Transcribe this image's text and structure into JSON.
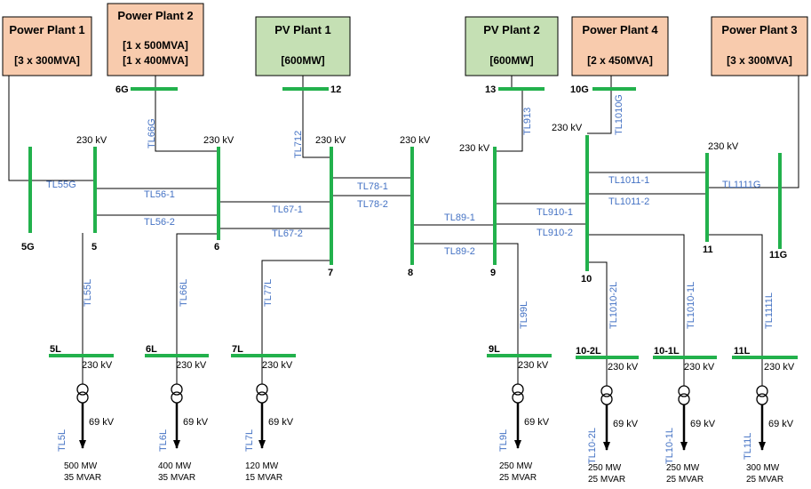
{
  "colors": {
    "bus": "#22b14c",
    "line": "#000000",
    "label": "#4472c4",
    "plant_fossil_fill": "#f8cbad",
    "plant_pv_fill": "#c5e0b4"
  },
  "plants": {
    "pp1": {
      "name": "Power Plant 1",
      "capacity": [
        "[3 x 300MVA]"
      ]
    },
    "pp2": {
      "name": "Power Plant 2",
      "capacity": [
        "[1 x 500MVA]",
        "[1 x 400MVA]"
      ]
    },
    "pv1": {
      "name": "PV Plant 1",
      "capacity": [
        "[600MW]"
      ]
    },
    "pv2": {
      "name": "PV Plant 2",
      "capacity": [
        "[600MW]"
      ]
    },
    "pp4": {
      "name": "Power Plant 4",
      "capacity": [
        "[2 x 450MVA]"
      ]
    },
    "pp3": {
      "name": "Power Plant 3",
      "capacity": [
        "[3 x 300MVA]"
      ]
    }
  },
  "buses": {
    "b5G": "5G",
    "b6G": "6G",
    "b12": "12",
    "b13": "13",
    "b10G": "10G",
    "b11G": "11G",
    "b5": "5",
    "b6": "6",
    "b7": "7",
    "b8": "8",
    "b9": "9",
    "b10": "10",
    "b11": "11",
    "b5L": "5L",
    "b6L": "6L",
    "b7L": "7L",
    "b9L": "9L",
    "b102L": "10-2L",
    "b101L": "10-1L",
    "b11L": "11L"
  },
  "voltages": {
    "hv": "230 kV",
    "lv": "69 kV"
  },
  "lines": {
    "TL55G": "TL55G",
    "TL66G": "TL66G",
    "TL712": "TL712",
    "TL913": "TL913",
    "TL1010G": "TL1010G",
    "TL1111G": "TL1111G",
    "TL56_1": "TL56-1",
    "TL56_2": "TL56-2",
    "TL67_1": "TL67-1",
    "TL67_2": "TL67-2",
    "TL78_1": "TL78-1",
    "TL78_2": "TL78-2",
    "TL89_1": "TL89-1",
    "TL89_2": "TL89-2",
    "TL910_1": "TL910-1",
    "TL910_2": "TL910-2",
    "TL1011_1": "TL1011-1",
    "TL1011_2": "TL1011-2",
    "TL55L": "TL55L",
    "TL66L": "TL66L",
    "TL77L": "TL77L",
    "TL99L": "TL99L",
    "TL1010_2L": "TL1010-2L",
    "TL1010_1L": "TL1010-1L",
    "TL1111L": "TL1111L"
  },
  "loads": {
    "TL5L": {
      "label": "TL5L",
      "mw": "500 MW",
      "mvar": "35 MVAR"
    },
    "TL6L": {
      "label": "TL6L",
      "mw": "400 MW",
      "mvar": "35 MVAR"
    },
    "TL7L": {
      "label": "TL7L",
      "mw": "120 MW",
      "mvar": "15 MVAR"
    },
    "TL9L": {
      "label": "TL9L",
      "mw": "250 MW",
      "mvar": "25 MVAR"
    },
    "TL10_2L": {
      "label": "TL10-2L",
      "mw": "250 MW",
      "mvar": "25 MVAR"
    },
    "TL10_1L": {
      "label": "TL10-1L",
      "mw": "250 MW",
      "mvar": "25 MVAR"
    },
    "TL11L": {
      "label": "TL11L",
      "mw": "300 MW",
      "mvar": "25 MVAR"
    }
  }
}
